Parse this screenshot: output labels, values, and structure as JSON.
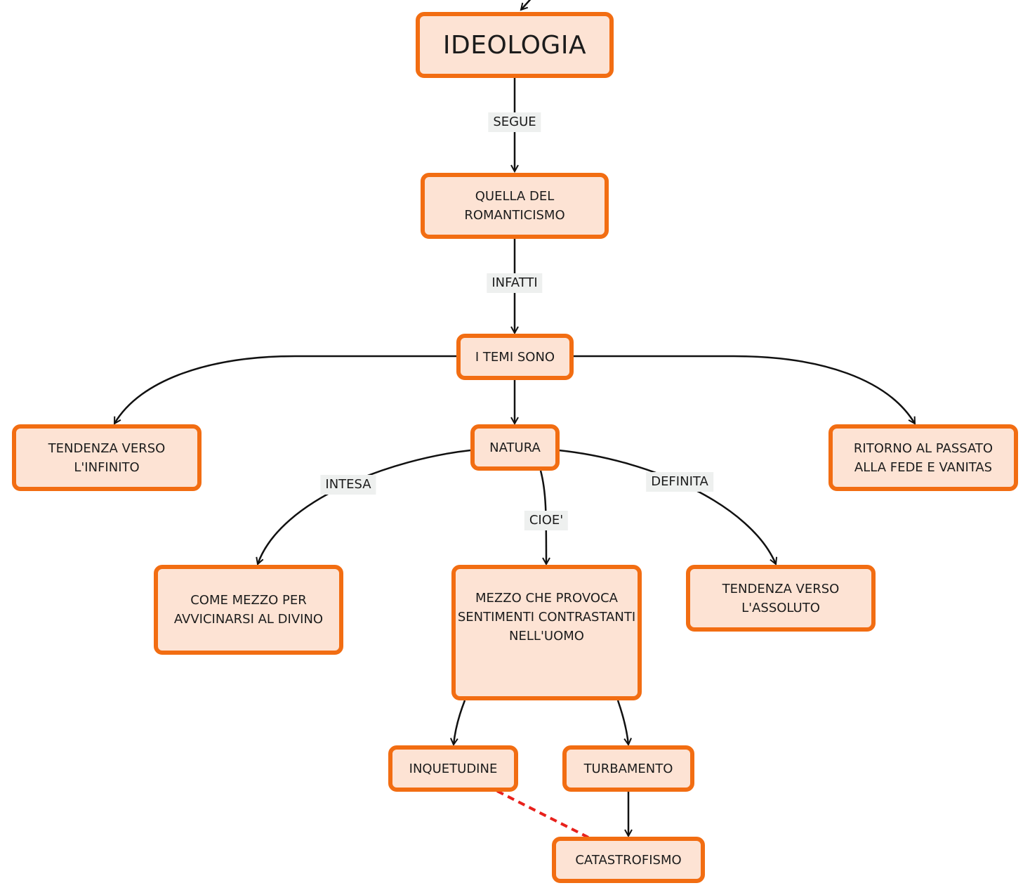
{
  "concept_map": {
    "nodes": {
      "ideologia": "IDEOLOGIA",
      "romanticismo": "QUELLA DEL ROMANTICISMO",
      "temi": "I TEMI SONO",
      "infinito": "TENDENZA VERSO L'INFINITO",
      "natura": "NATURA",
      "passato": "RITORNO AL PASSATO ALLA FEDE E VANITAS",
      "divino": "COME MEZZO PER AVVICINARSI AL DIVINO",
      "sentimenti": "MEZZO CHE PROVOCA SENTIMENTI CONTRASTANTI NELL'UOMO",
      "assoluto": "TENDENZA VERSO L'ASSOLUTO",
      "inquetudine": "INQUETUDINE",
      "turbamento": "TURBAMENTO",
      "catastrofismo": "CATASTROFISMO"
    },
    "link_labels": {
      "segue": "SEGUE",
      "infatti": "INFATTI",
      "intesa": "INTESA",
      "cioe": "CIOE'",
      "definita": "DEFINITA"
    },
    "colors": {
      "node_border": "#f26d12",
      "node_fill": "#fde3d4",
      "link": "#111111",
      "cross_link": "#e8211c",
      "label_bg": "#eef0ef"
    }
  }
}
